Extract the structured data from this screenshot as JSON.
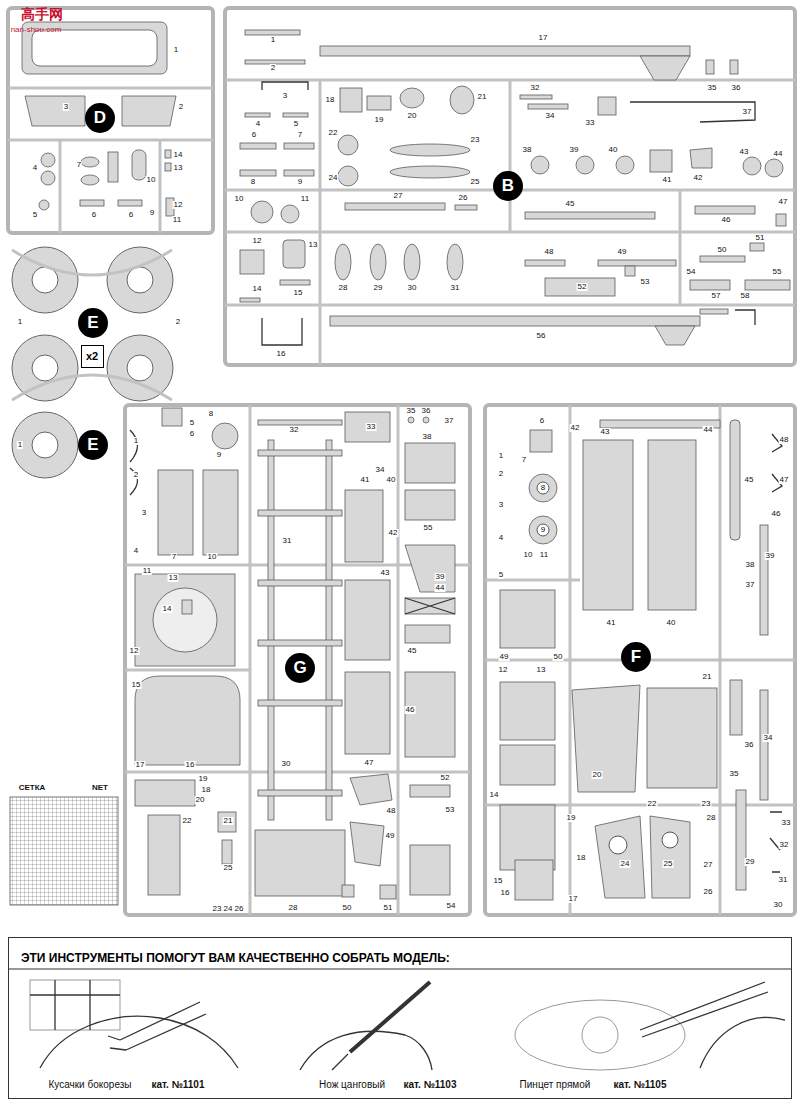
{
  "diagram": {
    "nodes": [
      {
        "text": [
          "D"
        ]
      },
      {
        "text": [
          "B"
        ]
      },
      {
        "text": [
          "E"
        ]
      },
      {
        "text": [
          "x2"
        ]
      },
      {
        "text": [
          "E"
        ]
      },
      {
        "text": [
          "G"
        ]
      },
      {
        "text": [
          "F"
        ]
      },
      {
        "text": [
          "ЭТИ ИНСТРУМЕНТЫ ПОМОГУТ ВАМ КАЧЕСТВЕННО СОБРАТЬ МОДЕЛЬ:"
        ]
      }
    ],
    "labels": [
      "高手网",
      "nan-shou.com",
      "1",
      "3",
      "2",
      "4",
      "7",
      "10",
      "14",
      "13",
      "12",
      "5",
      "6",
      "6",
      "9",
      "11",
      "1",
      "2",
      "1",
      "1",
      "2",
      "17",
      "35",
      "36",
      "3",
      "4",
      "5",
      "18",
      "19",
      "20",
      "21",
      "32",
      "34",
      "33",
      "37",
      "6",
      "7",
      "22",
      "23",
      "38",
      "39",
      "40",
      "41",
      "42",
      "43",
      "44",
      "8",
      "9",
      "24",
      "25",
      "10",
      "11",
      "27",
      "26",
      "45",
      "46",
      "47",
      "12",
      "13",
      "28",
      "29",
      "30",
      "31",
      "14",
      "15",
      "48",
      "49",
      "50",
      "51",
      "53",
      "52",
      "54",
      "55",
      "57",
      "58",
      "56",
      "16",
      "5",
      "8",
      "6",
      "1",
      "9",
      "2",
      "3",
      "4",
      "7",
      "10",
      "32",
      "33",
      "35",
      "36",
      "37",
      "38",
      "34",
      "41",
      "40",
      "31",
      "42",
      "43",
      "55",
      "39",
      "11",
      "13",
      "14",
      "44",
      "12",
      "45",
      "15",
      "16",
      "17",
      "30",
      "46",
      "47",
      "52",
      "19",
      "18",
      "20",
      "48",
      "53",
      "49",
      "22",
      "21",
      "25",
      "23",
      "24",
      "26",
      "28",
      "50",
      "51",
      "54",
      "6",
      "42",
      "43",
      "44",
      "48",
      "47",
      "1",
      "7",
      "2",
      "8",
      "3",
      "9",
      "4",
      "10",
      "11",
      "5",
      "45",
      "46",
      "39",
      "38",
      "37",
      "41",
      "40",
      "49",
      "50",
      "12",
      "13",
      "21",
      "14",
      "20",
      "36",
      "34",
      "35",
      "22",
      "23",
      "28",
      "33",
      "19",
      "18",
      "24",
      "25",
      "32",
      "27",
      "29",
      "15",
      "16",
      "17",
      "26",
      "31",
      "30",
      "СЕТКА",
      "NET",
      "Кусачки бокорезы",
      "кат. №1101",
      "Нож цанговый",
      "кат. №1103",
      "Пинцет прямой",
      "кат. №1105"
    ]
  }
}
